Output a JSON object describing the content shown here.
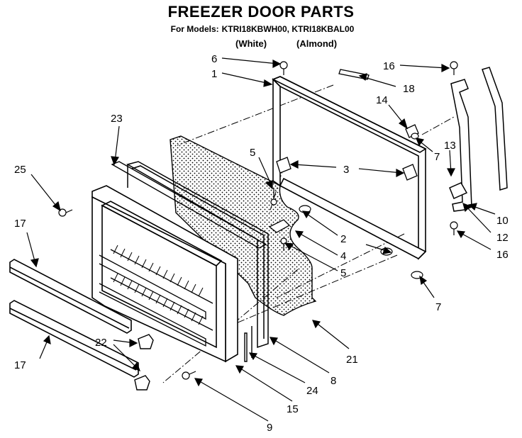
{
  "title": "FREEZER DOOR PARTS",
  "models_prefix": "For Models:",
  "models": "KTRI18KBWH00, KTRI18KBAL00",
  "color_white": "(White)",
  "color_almond": "(Almond)",
  "callouts": [
    "6",
    "1",
    "16",
    "18",
    "14",
    "7",
    "13",
    "3",
    "5",
    "2",
    "4",
    "5",
    "7",
    "10",
    "12",
    "16",
    "23",
    "25",
    "17",
    "17",
    "22",
    "21",
    "8",
    "24",
    "15",
    "9"
  ]
}
